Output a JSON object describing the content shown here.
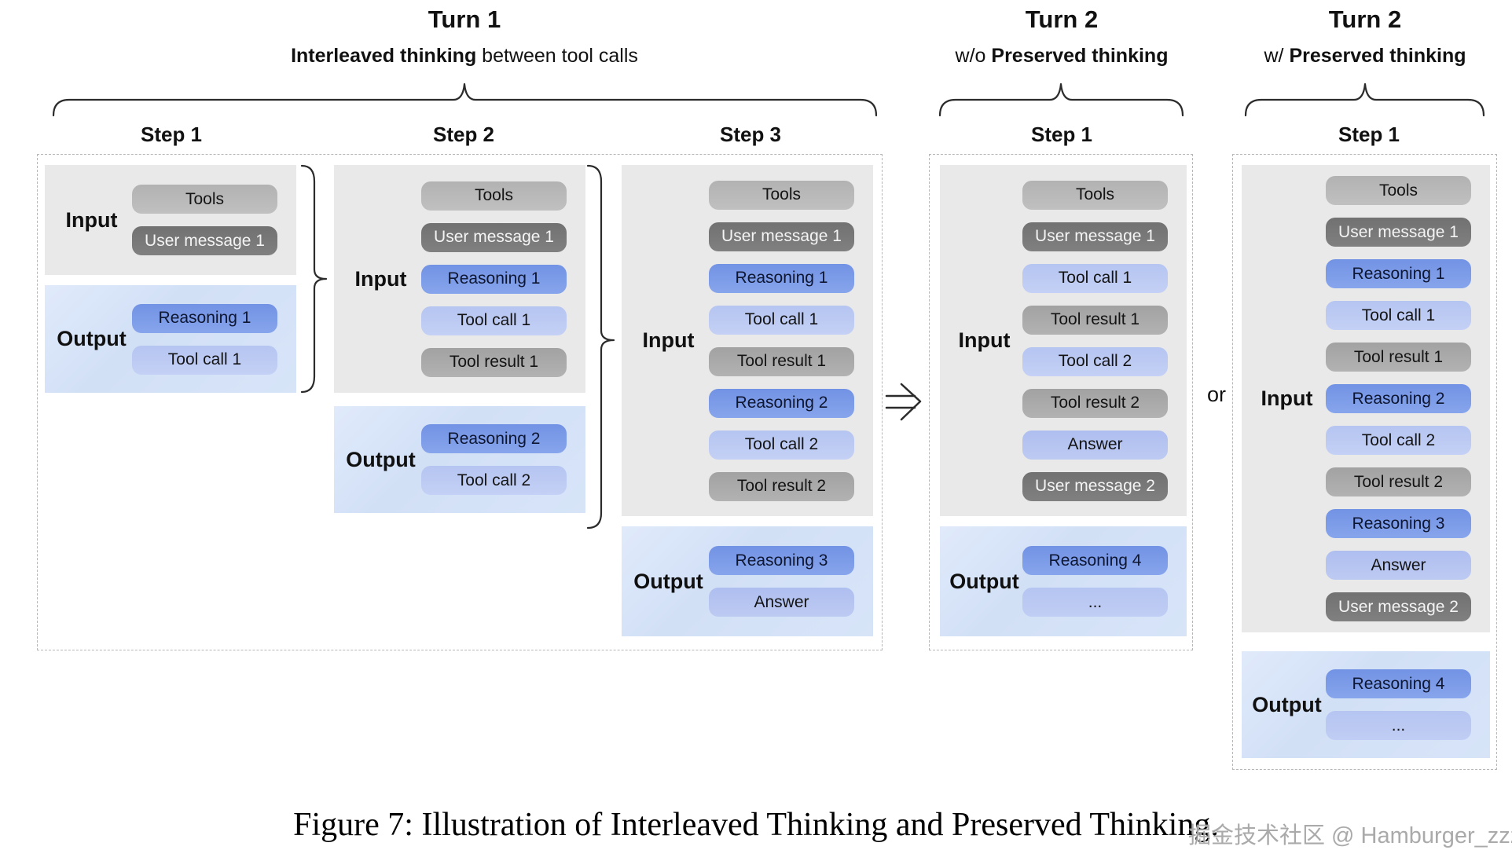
{
  "headers": {
    "turn1": {
      "title": "Turn 1",
      "subtitle_bold": "Interleaved thinking",
      "subtitle_rest": " between tool calls"
    },
    "turn2_without": {
      "title": "Turn 2",
      "subtitle_prefix": "w/o ",
      "subtitle_bold": "Preserved thinking"
    },
    "turn2_with": {
      "title": "Turn 2",
      "subtitle_prefix": "w/ ",
      "subtitle_bold": "Preserved thinking"
    }
  },
  "connector": {
    "or_label": "or",
    "arrow_symbol": "⇒"
  },
  "columns": [
    {
      "id": "turn1-step1",
      "step_label": "Step 1",
      "input_label": "Input",
      "output_label": "Output",
      "input_pills": [
        {
          "label": "Tools",
          "type": "tools"
        },
        {
          "label": "User message 1",
          "type": "user-message"
        }
      ],
      "output_pills": [
        {
          "label": "Reasoning 1",
          "type": "reasoning"
        },
        {
          "label": "Tool call 1",
          "type": "tool-call"
        }
      ]
    },
    {
      "id": "turn1-step2",
      "step_label": "Step 2",
      "input_label": "Input",
      "output_label": "Output",
      "input_pills": [
        {
          "label": "Tools",
          "type": "tools"
        },
        {
          "label": "User message 1",
          "type": "user-message"
        },
        {
          "label": "Reasoning 1",
          "type": "reasoning"
        },
        {
          "label": "Tool call 1",
          "type": "tool-call"
        },
        {
          "label": "Tool result 1",
          "type": "tool-result"
        }
      ],
      "output_pills": [
        {
          "label": "Reasoning 2",
          "type": "reasoning"
        },
        {
          "label": "Tool call 2",
          "type": "tool-call"
        }
      ]
    },
    {
      "id": "turn1-step3",
      "step_label": "Step 3",
      "input_label": "Input",
      "output_label": "Output",
      "input_pills": [
        {
          "label": "Tools",
          "type": "tools"
        },
        {
          "label": "User message 1",
          "type": "user-message"
        },
        {
          "label": "Reasoning 1",
          "type": "reasoning"
        },
        {
          "label": "Tool call 1",
          "type": "tool-call"
        },
        {
          "label": "Tool result 1",
          "type": "tool-result"
        },
        {
          "label": "Reasoning 2",
          "type": "reasoning"
        },
        {
          "label": "Tool call 2",
          "type": "tool-call"
        },
        {
          "label": "Tool result 2",
          "type": "tool-result"
        }
      ],
      "output_pills": [
        {
          "label": "Reasoning 3",
          "type": "reasoning"
        },
        {
          "label": "Answer",
          "type": "answer"
        }
      ]
    },
    {
      "id": "turn2-without-step1",
      "step_label": "Step 1",
      "input_label": "Input",
      "output_label": "Output",
      "input_pills": [
        {
          "label": "Tools",
          "type": "tools"
        },
        {
          "label": "User message 1",
          "type": "user-message"
        },
        {
          "label": "Tool call 1",
          "type": "tool-call"
        },
        {
          "label": "Tool result 1",
          "type": "tool-result"
        },
        {
          "label": "Tool call 2",
          "type": "tool-call"
        },
        {
          "label": "Tool result 2",
          "type": "tool-result"
        },
        {
          "label": "Answer",
          "type": "answer"
        },
        {
          "label": "User message 2",
          "type": "user-message"
        }
      ],
      "output_pills": [
        {
          "label": "Reasoning 4",
          "type": "reasoning"
        },
        {
          "label": "...",
          "type": "ellipsis"
        }
      ]
    },
    {
      "id": "turn2-with-step1",
      "step_label": "Step 1",
      "input_label": "Input",
      "output_label": "Output",
      "input_pills": [
        {
          "label": "Tools",
          "type": "tools"
        },
        {
          "label": "User message 1",
          "type": "user-message"
        },
        {
          "label": "Reasoning 1",
          "type": "reasoning"
        },
        {
          "label": "Tool call 1",
          "type": "tool-call"
        },
        {
          "label": "Tool result 1",
          "type": "tool-result"
        },
        {
          "label": "Reasoning 2",
          "type": "reasoning"
        },
        {
          "label": "Tool call 2",
          "type": "tool-call"
        },
        {
          "label": "Tool result 2",
          "type": "tool-result"
        },
        {
          "label": "Reasoning 3",
          "type": "reasoning"
        },
        {
          "label": "Answer",
          "type": "answer"
        },
        {
          "label": "User message 2",
          "type": "user-message"
        }
      ],
      "output_pills": [
        {
          "label": "Reasoning 4",
          "type": "reasoning"
        },
        {
          "label": "...",
          "type": "ellipsis"
        }
      ]
    }
  ],
  "caption": "Figure 7: Illustration of Interleaved Thinking and Preserved Thinking.",
  "watermark": "掘金技术社区 @ Hamburger_zzz",
  "colors": {
    "input_panel_bg": "#e9e9e9",
    "output_panel_bg": "#d6e3f8",
    "tools_pill": "#b9b9b9",
    "user_message_pill": "#787878",
    "reasoning_pill": "#7d9de9",
    "tool_call_pill": "#bcc9f2",
    "tool_result_pill": "#aaaaaa",
    "answer_pill": "#b5c3f0",
    "brace_stroke": "#2b2b2b"
  }
}
